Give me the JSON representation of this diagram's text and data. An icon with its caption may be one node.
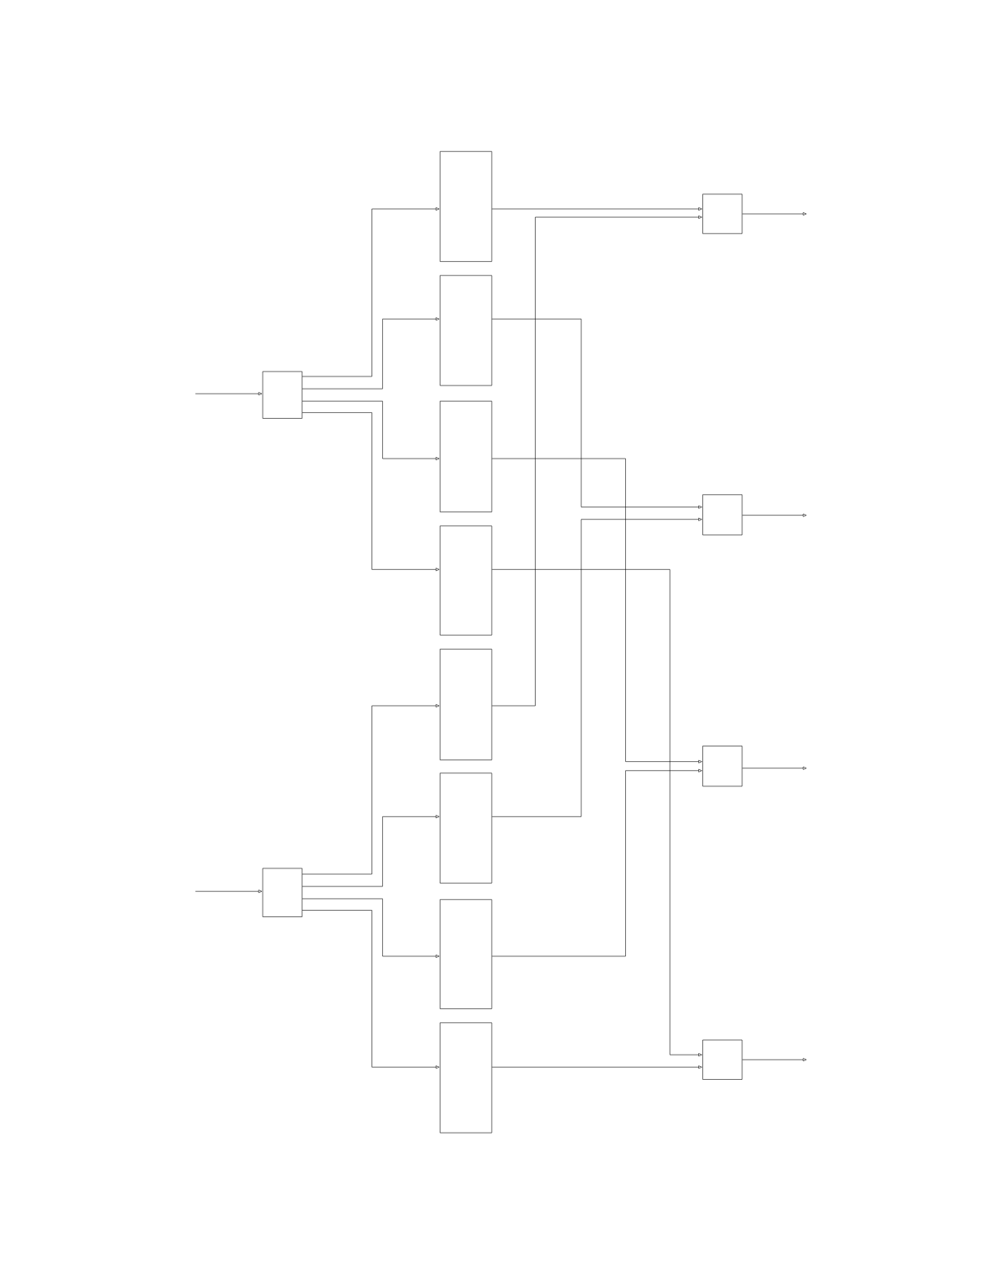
{
  "diagram": {
    "nodes": [
      {
        "text": [],
        "shape": "box"
      },
      {
        "text": [],
        "shape": "box"
      },
      {
        "text": [],
        "shape": "box"
      },
      {
        "text": [],
        "shape": "box"
      },
      {
        "text": [],
        "shape": "box"
      },
      {
        "text": [],
        "shape": "box"
      },
      {
        "text": [],
        "shape": "box"
      },
      {
        "text": [],
        "shape": "box"
      },
      {
        "text": [],
        "shape": "box"
      },
      {
        "text": [],
        "shape": "box"
      },
      {
        "text": [],
        "shape": "box"
      },
      {
        "text": [],
        "shape": "box"
      },
      {
        "text": [],
        "shape": "box"
      },
      {
        "text": [],
        "shape": "box"
      }
    ],
    "edges": [
      {
        "from": null,
        "to": 0,
        "arrow": "to"
      },
      {
        "from": null,
        "to": 1,
        "arrow": "to"
      },
      {
        "from": 0,
        "to": 2,
        "arrow": "to"
      },
      {
        "from": 0,
        "to": 3,
        "arrow": "to"
      },
      {
        "from": 0,
        "to": 4,
        "arrow": "to"
      },
      {
        "from": 0,
        "to": 5,
        "arrow": "to"
      },
      {
        "from": 1,
        "to": 6,
        "arrow": "to"
      },
      {
        "from": 1,
        "to": 7,
        "arrow": "to"
      },
      {
        "from": 1,
        "to": 8,
        "arrow": "to"
      },
      {
        "from": 1,
        "to": 9,
        "arrow": "to"
      },
      {
        "from": 2,
        "to": 10,
        "arrow": "to"
      },
      {
        "from": 6,
        "to": 10,
        "arrow": "to"
      },
      {
        "from": 3,
        "to": 11,
        "arrow": "to"
      },
      {
        "from": 7,
        "to": 11,
        "arrow": "to"
      },
      {
        "from": 4,
        "to": 12,
        "arrow": "to"
      },
      {
        "from": 8,
        "to": 12,
        "arrow": "to"
      },
      {
        "from": 5,
        "to": 13,
        "arrow": "to"
      },
      {
        "from": 9,
        "to": 13,
        "arrow": "to"
      },
      {
        "from": 10,
        "to": null,
        "arrow": "to"
      },
      {
        "from": 11,
        "to": null,
        "arrow": "to"
      },
      {
        "from": 12,
        "to": null,
        "arrow": "to"
      },
      {
        "from": 13,
        "to": null,
        "arrow": "to"
      }
    ]
  }
}
